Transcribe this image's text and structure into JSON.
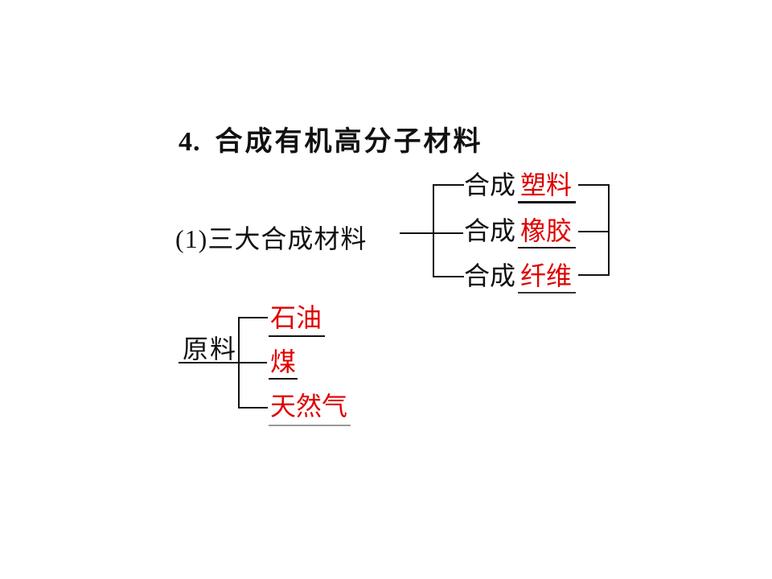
{
  "colors": {
    "background": "#ffffff",
    "text_black": "#111111",
    "answer_red": "#e00000",
    "line_black": "#111111",
    "line_gray": "#999999"
  },
  "title": {
    "number": "4.",
    "text": "合成有机高分子材料"
  },
  "synthetic_section": {
    "label": "(1)三大合成材料",
    "items": [
      {
        "prefix": "合成",
        "answer": "塑料"
      },
      {
        "prefix": "合成",
        "answer": "橡胶"
      },
      {
        "prefix": "合成",
        "answer": "纤维"
      }
    ]
  },
  "raw_section": {
    "label": "原料",
    "items": [
      {
        "answer": "石油"
      },
      {
        "answer": "煤"
      },
      {
        "answer": "天然气"
      }
    ]
  }
}
